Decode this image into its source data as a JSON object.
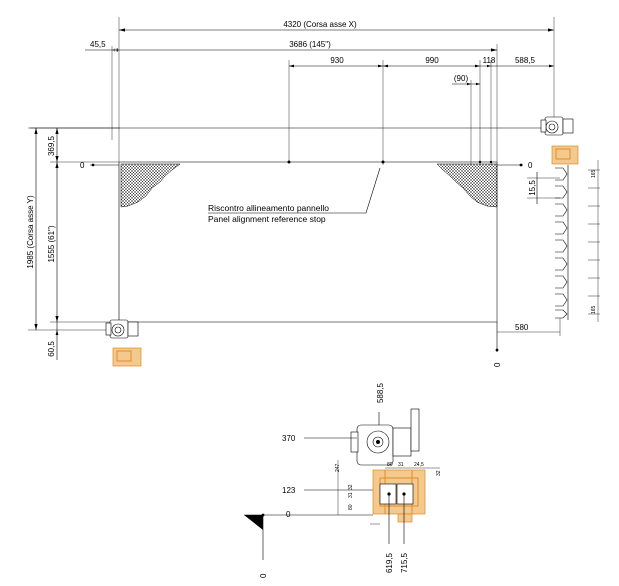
{
  "colors": {
    "line": "#000000",
    "accent": "#e08a1e",
    "fill_accent": "#f3c98e",
    "frame": "#555555"
  },
  "top_dims": {
    "overall": "4320  (Corsa asse X)",
    "left_offset": "45,5",
    "panel_width": "3686  (145\")",
    "seg_930": "930",
    "seg_990": "990",
    "seg_118": "118",
    "seg_90": "(90)",
    "right_offset": "588,5"
  },
  "left_dims": {
    "travel_y": "1985  (Corsa asse Y)",
    "panel_height": "1555  (61\")",
    "top_offset": "369,5",
    "bottom_offset": "60,5"
  },
  "zero_labels": {
    "left": "0",
    "right": "0",
    "bottom": "0"
  },
  "right_dims": {
    "upper": "15,5",
    "lower": "580"
  },
  "clamp_pitch": "165",
  "clamp_small_marks": "55",
  "note": {
    "line1": "Riscontro allineamento pannello",
    "line2": "Panel alignment reference stop"
  },
  "detail": {
    "top_value": "588,5",
    "dim_370": "370",
    "dim_123": "123",
    "zero_h": "0",
    "zero_v": "0",
    "bottom_1": "619,5",
    "bottom_2": "715,5",
    "small_247": "247",
    "small_245": "24,5",
    "small_80": "80",
    "small_31": "31",
    "small_32": "32",
    "small_80b": "80",
    "small_31b": "31",
    "small_32b": "32"
  }
}
